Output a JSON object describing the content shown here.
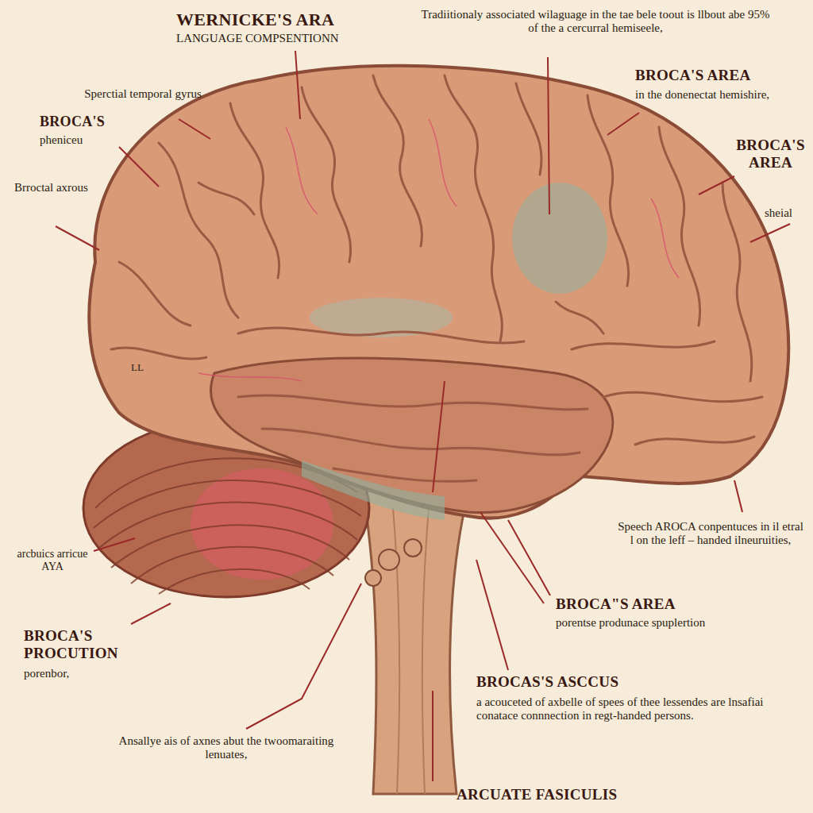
{
  "diagram": {
    "labels": [
      "WERNICKE'S ARA",
      "LANGUAGE COMPSENTIONN",
      "Tradiitionaly associated wilaguage in the tae bele toout is llbout abe 95% of the a cercurral hemiseele,",
      "Sperctial temporal gyrus",
      "BROCA'S",
      "pheniceu",
      "Brroctal axrous",
      "BROCA'S AREA",
      "in the donenectat hemishire,",
      "BROCA'S AREA",
      "sheial",
      "LL",
      "arcbuics arricue AYA",
      "BROCA'S PROCUTION",
      "porenbor,",
      "Speech AROCA conpentuces in il etral l on the leff – handed ilneuruities,",
      "BROCA\"S AREA",
      "porentse produnace spuplertion",
      "BROCAS'S ASCCUS",
      "a acouceted of axbelle of spees of thee lessendes are lnsafiai conatace connnection in regt-handed persons.",
      "Ansallye ais of axnes abut the twoomaraiting lenuates,",
      "ARCUATE FASICULIS"
    ]
  }
}
